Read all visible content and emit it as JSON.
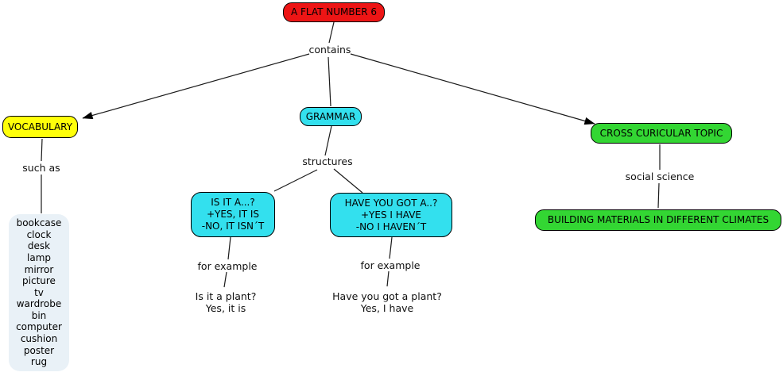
{
  "map_title": "A FLAT NUMBER 6",
  "colors": {
    "root_bg": "#ed1515",
    "vocab_bg": "#ffff0a",
    "grammar_bg": "#33e0ee",
    "structure_bg": "#33e0ee",
    "topic_bg": "#33d633",
    "list_bg": "#e9f1f7",
    "line": "#1a1a1a",
    "text": "#000000"
  },
  "nodes": {
    "root": {
      "label": "A FLAT NUMBER 6"
    },
    "vocabulary": {
      "label": "VOCABULARY"
    },
    "grammar": {
      "label": "GRAMMAR"
    },
    "cross_topic": {
      "label": "CROSS CURICULAR TOPIC"
    },
    "building": {
      "label": "BUILDING MATERIALS IN DIFFERENT CLIMATES"
    },
    "is_it": {
      "lines": [
        "IS IT A...?",
        "+YES, IT IS",
        "-NO, IT ISN´T"
      ]
    },
    "have_got": {
      "lines": [
        "HAVE YOU GOT A..?",
        "+YES I HAVE",
        "-NO I HAVEN´T"
      ]
    },
    "example_left": {
      "lines": [
        "Is it a plant?",
        "Yes, it is"
      ]
    },
    "example_right": {
      "lines": [
        "Have you got a plant?",
        "Yes, I have"
      ]
    },
    "vocab_list": {
      "items": [
        "bookcase",
        "clock",
        "desk",
        "lamp",
        "mirror",
        "picture",
        "tv",
        "wardrobe",
        "bin",
        "computer",
        "cushion",
        "poster",
        "rug"
      ]
    }
  },
  "link_labels": {
    "contains": "contains",
    "such_as": "such as",
    "structures": "structures",
    "for_example_left": "for example",
    "for_example_right": "for example",
    "social_science": "social science"
  }
}
